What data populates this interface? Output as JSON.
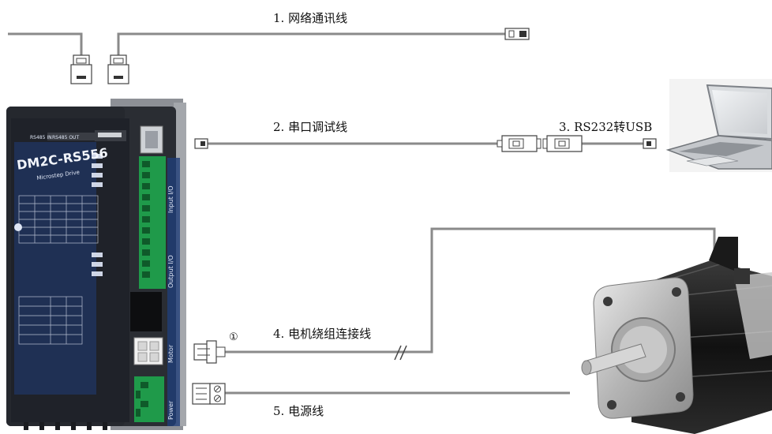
{
  "cables": {
    "network": "1. 网络通讯线",
    "serial_debug": "2. 串口调试线",
    "rs232_usb": "3. RS232转USB",
    "motor_winding": "4. 电机绕组连接线",
    "power": "5. 电源线"
  },
  "connector_marker": "①",
  "driver": {
    "model": "DM2C-RS556",
    "subtitle": "Microstep Drive",
    "port_labels": [
      "RS485 IN",
      "RS485 OUT"
    ],
    "side_labels": [
      "Input I/O",
      "Output I/O",
      "Motor",
      "Power"
    ]
  },
  "icons": {
    "driver": "stepper-driver-icon",
    "motor": "stepper-motor-icon",
    "laptop": "laptop-icon",
    "connector": "connector-icon"
  },
  "colors": {
    "cable": "#8a8a8a",
    "driver_body": "#2a2d33",
    "driver_panel": "#1f3d78",
    "terminal_green": "#1f9a4a",
    "motor_body": "#222222",
    "motor_flange": "#b8b8b8"
  }
}
